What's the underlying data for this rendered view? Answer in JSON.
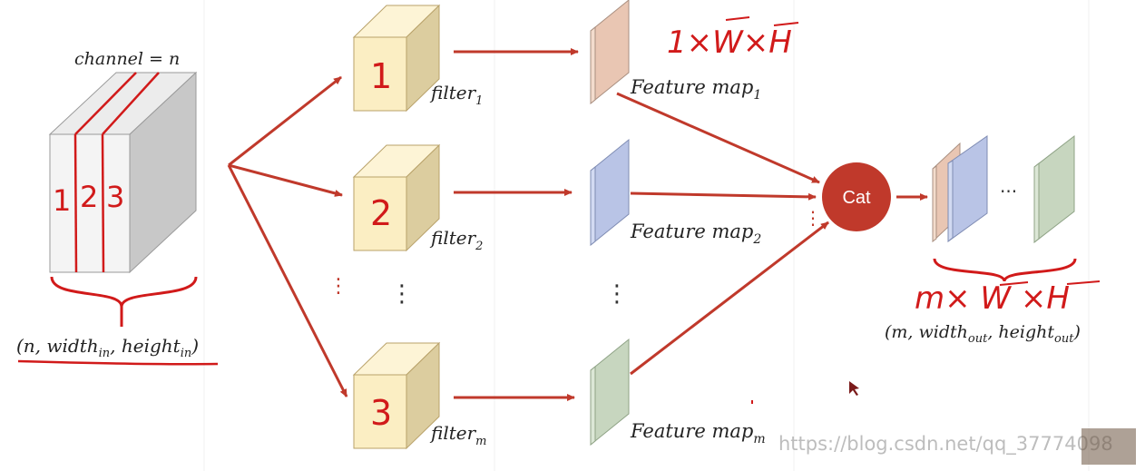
{
  "input": {
    "channel_label": "channel = n",
    "channel_marks": [
      "1",
      "2",
      "3"
    ],
    "shape_label": "(n, width",
    "shape_sub1": "in",
    "shape_mid": ", height",
    "shape_sub2": "in",
    "shape_end": ")"
  },
  "filters": [
    {
      "digit": "1",
      "label": "filter",
      "sub": "1"
    },
    {
      "digit": "2",
      "label": "filter",
      "sub": "2"
    },
    {
      "digit": "3",
      "label": "filter",
      "sub": "m"
    }
  ],
  "feature_maps": [
    {
      "label": "Feature map",
      "sub": "1"
    },
    {
      "label": "Feature map",
      "sub": "2"
    },
    {
      "label": "Feature map",
      "sub": "m"
    }
  ],
  "cat_label": "Cat",
  "output": {
    "shape_label": "(m, width",
    "shape_sub1": "out",
    "shape_mid": ", height",
    "shape_sub2": "out",
    "shape_end": ")",
    "ellipsis": "···"
  },
  "annotations": {
    "top_note": "1×W×H",
    "bottom_note": "m× W ×H"
  },
  "watermark": "https://blog.csdn.net/qq_37774098",
  "colors": {
    "arrow": "#c0392b",
    "cat": "#c0392b",
    "ink": "#d11a1a",
    "cube_front": "#fbeec3",
    "fm1": "#e9c6b3",
    "fm2": "#b9c4e6",
    "fm3": "#c7d6bf"
  }
}
